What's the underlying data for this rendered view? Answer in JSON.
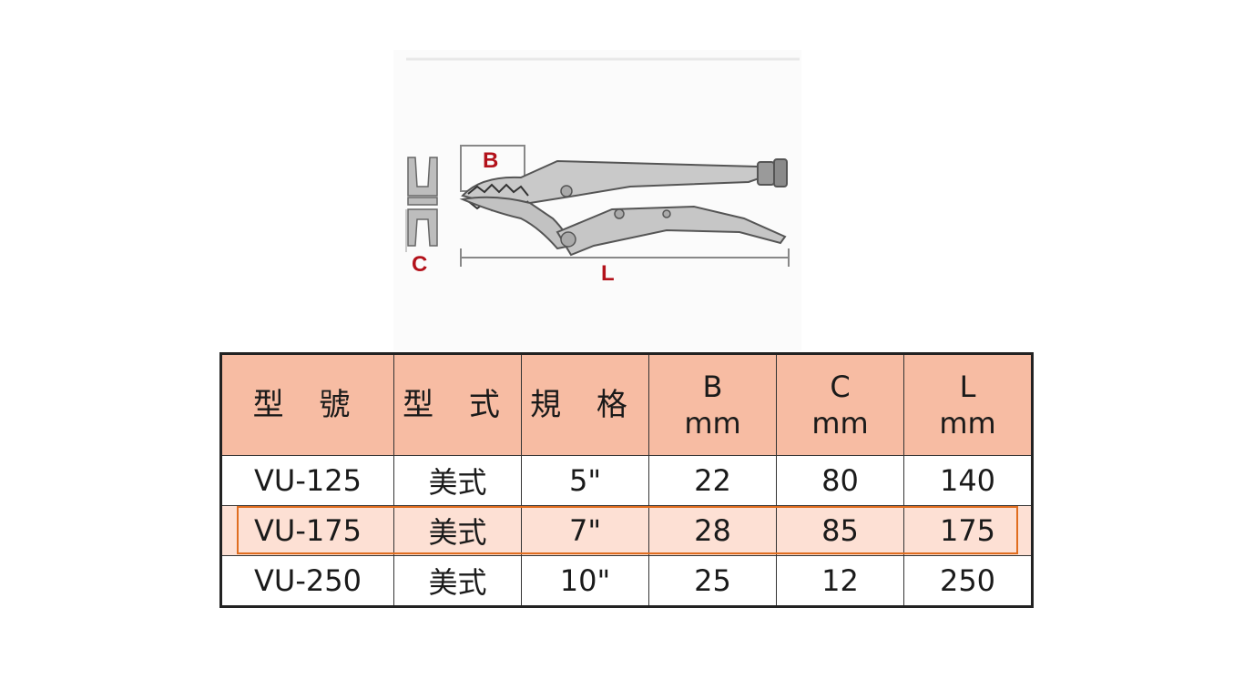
{
  "diagram": {
    "labels": {
      "b": "B",
      "c": "C",
      "l": "L"
    }
  },
  "table": {
    "headers": [
      {
        "line1": "型 號",
        "line2": ""
      },
      {
        "line1": "型 式",
        "line2": ""
      },
      {
        "line1": "規 格",
        "line2": ""
      },
      {
        "line1": "B",
        "line2": "mm"
      },
      {
        "line1": "C",
        "line2": "mm"
      },
      {
        "line1": "L",
        "line2": "mm"
      }
    ],
    "rows": [
      [
        "VU-125",
        "美式",
        "5\"",
        "22",
        "80",
        "140"
      ],
      [
        "VU-175",
        "美式",
        "7\"",
        "28",
        "85",
        "175"
      ],
      [
        "VU-250",
        "美式",
        "10\"",
        "25",
        "12",
        "250"
      ]
    ],
    "highlighted_row": 1
  },
  "colors": {
    "header_bg": "#f7bca3",
    "highlight_row_bg": "#fde0d4",
    "highlight_border": "#e06d1f",
    "dimension_label": "#b3121b"
  }
}
